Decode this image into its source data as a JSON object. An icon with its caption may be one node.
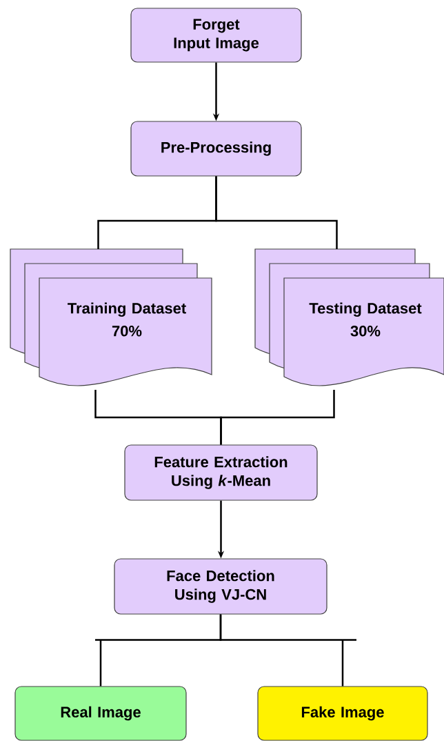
{
  "diagram": {
    "nodes": [
      {
        "text": [
          "Forget Input Image"
        ]
      },
      {
        "text": [
          "Pre-Processing"
        ]
      },
      {
        "text": [
          "Training Dataset",
          "70%"
        ]
      },
      {
        "text": [
          "Testing Dataset",
          "30%"
        ]
      },
      {
        "text": [
          "Feature Extraction Using *k*-Mean"
        ]
      },
      {
        "text": [
          "Face Detection Using VJ-CN"
        ]
      },
      {
        "text": [
          "Real Image"
        ]
      },
      {
        "text": [
          "Fake Image"
        ]
      }
    ],
    "edges": [
      {
        "from": 0,
        "to": 1,
        "arrow": "to"
      },
      {
        "from": 1,
        "to": 2,
        "arrow": "none"
      },
      {
        "from": 1,
        "to": 3,
        "arrow": "none"
      },
      {
        "from": 2,
        "to": 4,
        "arrow": "none"
      },
      {
        "from": 3,
        "to": 4,
        "arrow": "none"
      },
      {
        "from": 4,
        "to": 5,
        "arrow": "to"
      },
      {
        "from": 5,
        "to": 6,
        "arrow": "none"
      },
      {
        "from": 5,
        "to": 7,
        "arrow": "none"
      }
    ]
  }
}
